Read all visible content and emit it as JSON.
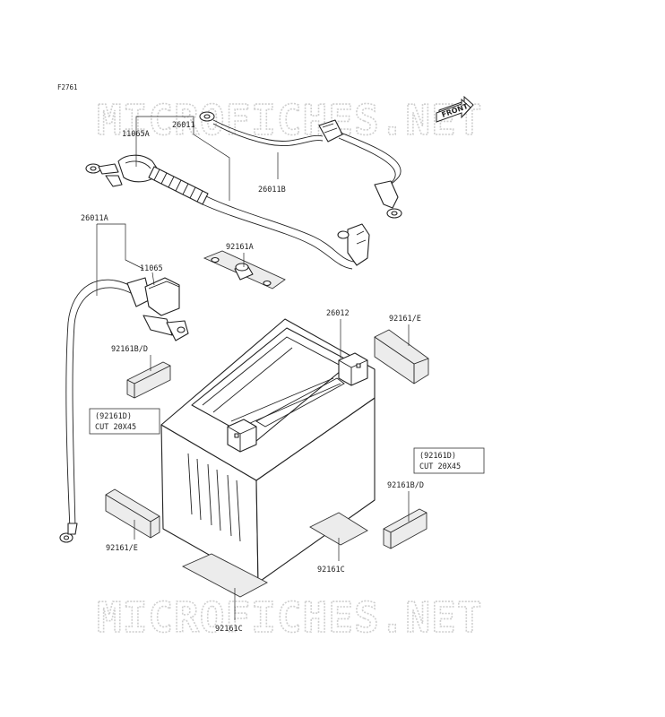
{
  "figure_code": "F2761",
  "watermark": "MICROFICHES.NET",
  "front_label": "FRONT",
  "parts": {
    "p11065A": "11065A",
    "p26011": "26011",
    "p26011B": "26011B",
    "p26011A": "26011A",
    "p11065": "11065",
    "p92161A": "92161A",
    "p26012": "26012",
    "p92161E_top": "92161/E",
    "p92161BD_left": "92161B/D",
    "p92161BD_right": "92161B/D",
    "p92161E_bottom": "92161/E",
    "p92161C_center": "92161C",
    "p92161C_bottom": "92161C"
  },
  "notes": {
    "left": {
      "line1": "(92161D)",
      "line2": "CUT  20X45"
    },
    "right": {
      "line1": "(92161D)",
      "line2": "CUT  20X45"
    }
  }
}
